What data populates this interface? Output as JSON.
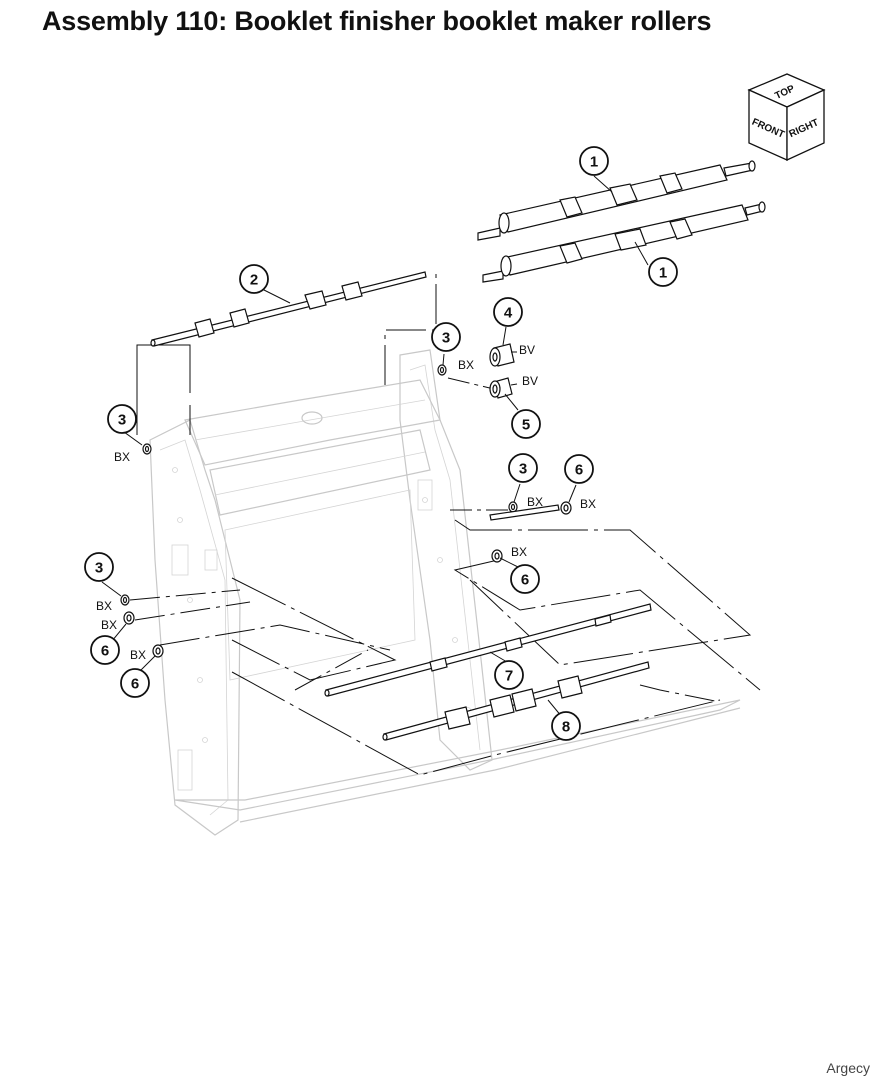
{
  "title": "Assembly 110: Booklet finisher booklet maker rollers",
  "watermark": "Argecy",
  "orientation": {
    "top": "TOP",
    "front": "FRONT",
    "right": "RIGHT"
  },
  "callouts": [
    {
      "id": "c1a",
      "number": "1"
    },
    {
      "id": "c1b",
      "number": "1"
    },
    {
      "id": "c2",
      "number": "2"
    },
    {
      "id": "c3a",
      "number": "3"
    },
    {
      "id": "c4",
      "number": "4"
    },
    {
      "id": "c5",
      "number": "5"
    },
    {
      "id": "c3b",
      "number": "3"
    },
    {
      "id": "c3c",
      "number": "3"
    },
    {
      "id": "c6a",
      "number": "6"
    },
    {
      "id": "c6b",
      "number": "6"
    },
    {
      "id": "c3d",
      "number": "3"
    },
    {
      "id": "c6c",
      "number": "6"
    },
    {
      "id": "c6d",
      "number": "6"
    },
    {
      "id": "c7",
      "number": "7"
    },
    {
      "id": "c8",
      "number": "8"
    }
  ],
  "codes": {
    "bv": "BV",
    "bx": "BX"
  }
}
